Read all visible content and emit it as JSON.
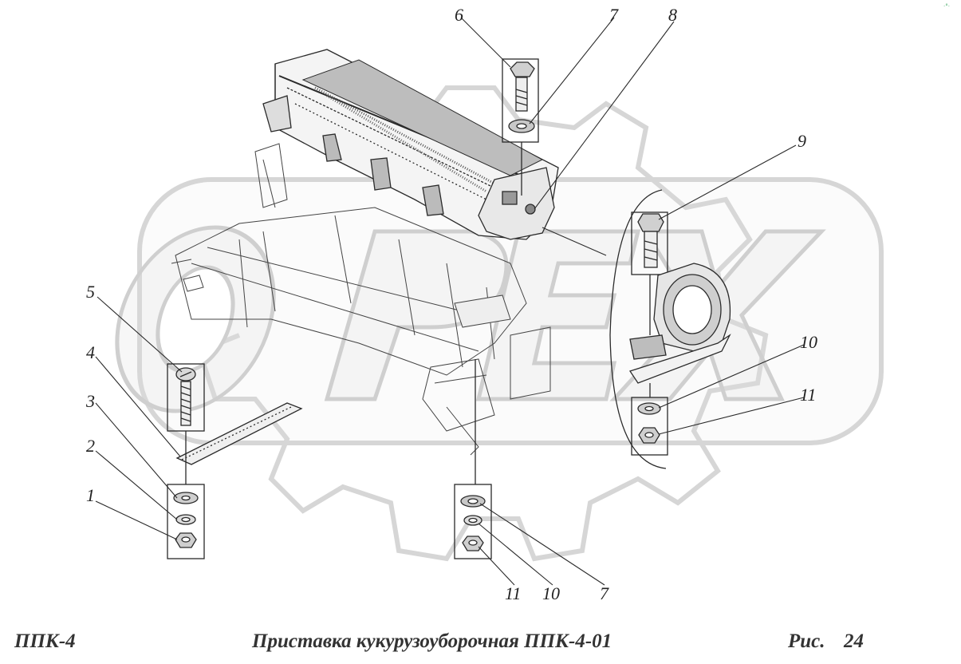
{
  "footer": {
    "model": "ППК-4",
    "title": "Приставка кукурузоуборочная ППК-4-01",
    "fig_label": "Рис.",
    "fig_number": "24"
  },
  "callouts": {
    "c1": "1",
    "c2": "2",
    "c3": "3",
    "c4": "4",
    "c5": "5",
    "c6": "6",
    "c7a": "7",
    "c8": "8",
    "c9": "9",
    "c10a": "10",
    "c11a": "11",
    "c11b": "11",
    "c10b": "10",
    "c7b": "7"
  },
  "watermark": {
    "text": "OPEX",
    "color": "#d4d4d4"
  },
  "line_color": "#2a2a2a"
}
